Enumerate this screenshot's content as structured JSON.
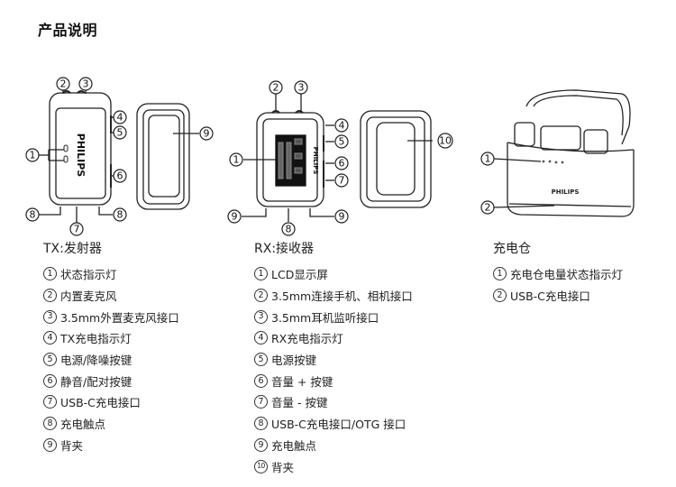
{
  "page_title": "产品说明",
  "brand": "PHILIPS",
  "tx": {
    "title": "TX:发射器",
    "callouts": [
      "①",
      "②",
      "③",
      "④",
      "⑤",
      "⑥",
      "⑦",
      "⑧",
      "⑨"
    ],
    "items": [
      {
        "num": "1",
        "label": "状态指示灯"
      },
      {
        "num": "2",
        "label": "内置麦克风"
      },
      {
        "num": "3",
        "label": "3.5mm外置麦克风接口"
      },
      {
        "num": "4",
        "label": "TX充电指示灯"
      },
      {
        "num": "5",
        "label": "电源/降噪按键"
      },
      {
        "num": "6",
        "label": "静音/配对按键"
      },
      {
        "num": "7",
        "label": "USB-C充电接口"
      },
      {
        "num": "8",
        "label": "充电触点"
      },
      {
        "num": "9",
        "label": "背夹"
      }
    ]
  },
  "rx": {
    "title": "RX:接收器",
    "items": [
      {
        "num": "1",
        "label": "LCD显示屏"
      },
      {
        "num": "2",
        "label": "3.5mm连接手机、相机接口"
      },
      {
        "num": "3",
        "label": "3.5mm耳机监听接口"
      },
      {
        "num": "4",
        "label": "RX充电指示灯"
      },
      {
        "num": "5",
        "label": "电源按键"
      },
      {
        "num": "6",
        "label": "音量 + 按键"
      },
      {
        "num": "7",
        "label": "音量 - 按键"
      },
      {
        "num": "8",
        "label": "USB-C充电接口/OTG 接口"
      },
      {
        "num": "9",
        "label": "充电触点"
      },
      {
        "num": "10",
        "label": "背夹"
      }
    ]
  },
  "case": {
    "title": "充电仓",
    "items": [
      {
        "num": "1",
        "label": "充电仓电量状态指示灯"
      },
      {
        "num": "2",
        "label": "USB-C充电接口"
      }
    ]
  },
  "diagram_labels": {
    "tx": [
      "2",
      "3",
      "4",
      "5",
      "1",
      "6",
      "8",
      "7",
      "8",
      "9"
    ],
    "rx": [
      "2",
      "3",
      "4",
      "5",
      "1",
      "6",
      "7",
      "9",
      "8",
      "9",
      "10"
    ],
    "case": [
      "1",
      "2"
    ]
  }
}
